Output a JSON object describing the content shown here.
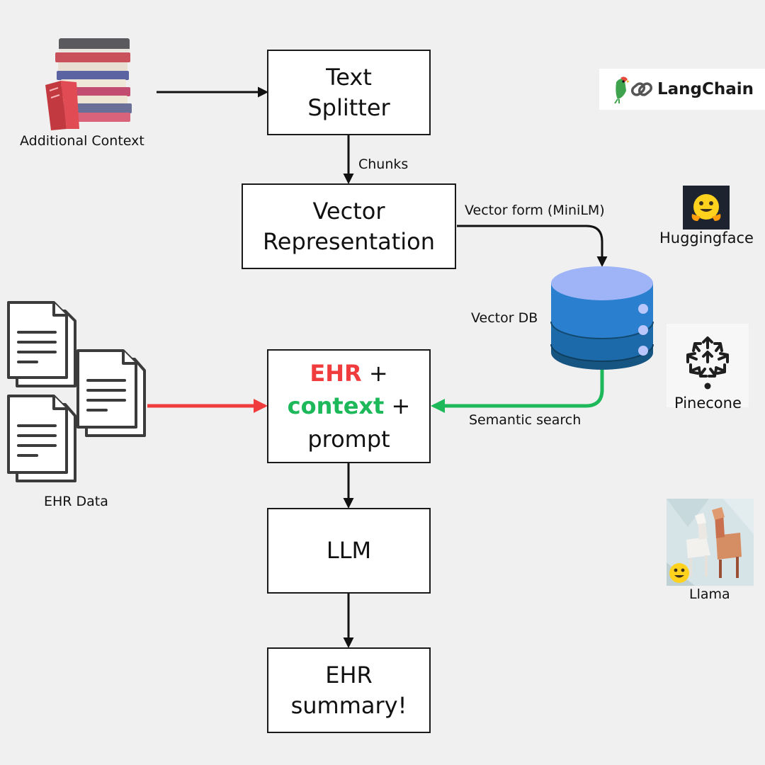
{
  "boxes": {
    "text_splitter": {
      "line1": "Text",
      "line2": "Splitter"
    },
    "vector_representation": {
      "line1": "Vector",
      "line2": "Representation"
    },
    "combine": {
      "ehr": "EHR",
      "plus1": " +",
      "context": "context",
      "plus2": " +",
      "prompt": "prompt"
    },
    "llm": {
      "label": "LLM"
    },
    "summary": {
      "line1": "EHR",
      "line2": "summary!"
    }
  },
  "labels": {
    "additional_context": "Additional Context",
    "chunks": "Chunks",
    "vector_form": "Vector form (MiniLM)",
    "vector_db": "Vector DB",
    "semantic_search": "Semantic search",
    "ehr_data": "EHR Data"
  },
  "logos": {
    "langchain": "LangChain",
    "huggingface": "Huggingface",
    "pinecone": "Pinecone",
    "llama": "Llama"
  },
  "icons": [
    "books-icon",
    "documents-icon",
    "database-icon",
    "langchain-logo-icon",
    "huggingface-logo-icon",
    "pinecone-logo-icon",
    "llama-image-icon"
  ],
  "colors": {
    "ehr_highlight": "#f03c3c",
    "context_highlight": "#1cb85a",
    "ehr_arrow": "#f03c3c",
    "search_arrow": "#1cb85a",
    "db_top": "#9fb4f7",
    "db_layer1": "#2a7fcf",
    "db_layer2": "#1c6aa9",
    "db_layer3": "#165582"
  }
}
